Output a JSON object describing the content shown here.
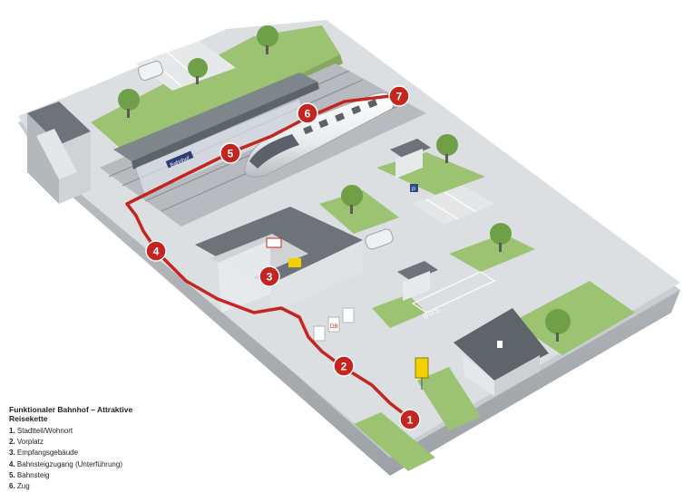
{
  "legend": {
    "title": "Funktionaler Bahnhof – Attraktive Reisekette",
    "items": [
      {
        "num": "1.",
        "label": "Stadtteil/Wohnort"
      },
      {
        "num": "2.",
        "label": "Vorplatz"
      },
      {
        "num": "3.",
        "label": "Empfangsgebäude"
      },
      {
        "num": "4.",
        "label": "Bahnsteigzugang (Unterführung)"
      },
      {
        "num": "5.",
        "label": "Bahnsteig"
      },
      {
        "num": "6.",
        "label": "Zug"
      }
    ]
  },
  "markers": [
    {
      "label": "1"
    },
    {
      "label": "2"
    },
    {
      "label": "3"
    },
    {
      "label": "4"
    },
    {
      "label": "5"
    },
    {
      "label": "6"
    },
    {
      "label": "7"
    }
  ],
  "signs": {
    "station_name": "Bahnhof",
    "bus_marking": "BUS",
    "parking": "P",
    "db_logo": "DB"
  },
  "colors": {
    "path_red": "#c5251f",
    "marker_red": "#c5251f",
    "grass": "#9cc372",
    "ground": "#d6d9dc",
    "roof": "#6d7378"
  }
}
